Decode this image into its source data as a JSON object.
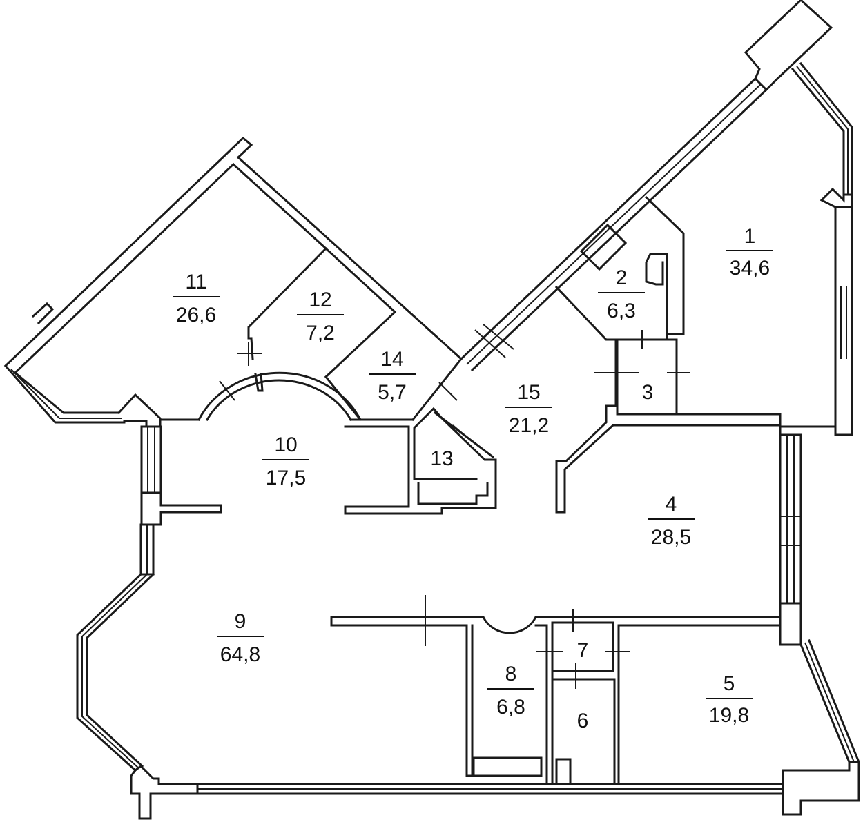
{
  "rooms": [
    {
      "id": "room-1",
      "number": "1",
      "area": "34,6"
    },
    {
      "id": "room-2",
      "number": "2",
      "area": "6,3"
    },
    {
      "id": "room-3",
      "number": "3",
      "area": ""
    },
    {
      "id": "room-4",
      "number": "4",
      "area": "28,5"
    },
    {
      "id": "room-5",
      "number": "5",
      "area": "19,8"
    },
    {
      "id": "room-6",
      "number": "6",
      "area": ""
    },
    {
      "id": "room-7",
      "number": "7",
      "area": ""
    },
    {
      "id": "room-8",
      "number": "8",
      "area": "6,8"
    },
    {
      "id": "room-9",
      "number": "9",
      "area": "64,8"
    },
    {
      "id": "room-10",
      "number": "10",
      "area": "17,5"
    },
    {
      "id": "room-11",
      "number": "11",
      "area": "26,6"
    },
    {
      "id": "room-12",
      "number": "12",
      "area": "7,2"
    },
    {
      "id": "room-13",
      "number": "13",
      "area": ""
    },
    {
      "id": "room-14",
      "number": "14",
      "area": "5,7"
    },
    {
      "id": "room-15",
      "number": "15",
      "area": "21,2"
    }
  ],
  "colors": {
    "line": "#1a1a1a",
    "background": "#ffffff"
  }
}
